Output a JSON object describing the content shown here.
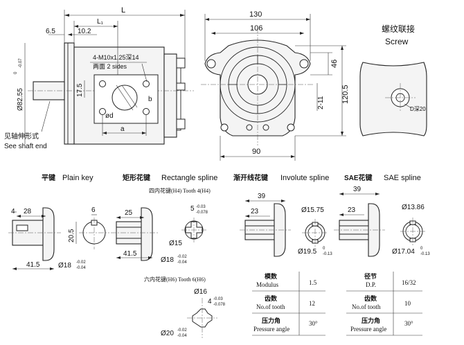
{
  "front_view": {
    "dims": {
      "L": "L",
      "L1": "L₁",
      "d65": "6.5",
      "d102": "10.2",
      "d175": "17.5",
      "dia8255": "Ø82.55",
      "tol_up": "0",
      "tol_dn": "-0.07",
      "a": "a",
      "b": "b",
      "phid": "ød"
    },
    "callout_1": "4-M10x1.25深14",
    "callout_2": "两面 2 sides",
    "shaft_note_cn": "见轴伸形式",
    "shaft_note_en": "See shaft end"
  },
  "side_view": {
    "dims": {
      "d130": "130",
      "d106": "106",
      "d46": "46",
      "d211": "2-11",
      "d1205": "120.5",
      "d90": "90"
    }
  },
  "screw_view": {
    "title_cn": "螺纹联接",
    "title_en": "Screw",
    "depth": "D深20"
  },
  "shaft_ends": {
    "plain": {
      "title_cn": "平键",
      "title_en": "Plain key",
      "dims": {
        "d4": "4",
        "d28": "28",
        "d6": "6",
        "d205": "20.5",
        "d415": "41.5",
        "dia18": "Ø18",
        "tol_up": "-0.02",
        "tol_dn": "-0.04"
      }
    },
    "rect": {
      "title_cn": "矩形花键",
      "title_en": "Rectangle spline",
      "subtitle": "四内花键(H4) Tooth 4(H4)",
      "dims": {
        "d25": "25",
        "d415": "41.5",
        "d5": "5",
        "tol_a": "-0.03",
        "tol_b": "-0.078",
        "dia15": "Ø15",
        "dia18": "Ø18",
        "tol_up": "-0.02",
        "tol_dn": "-0.04"
      }
    },
    "invol": {
      "title_cn": "渐开线花键",
      "title_en": "Involute spline",
      "dims": {
        "d39": "39",
        "d23": "23",
        "dia1575": "Ø15.75",
        "dia195": "Ø19.5",
        "tol_up": "0",
        "tol_dn": "-0.13"
      }
    },
    "sae": {
      "title_cn": "SAE花键",
      "title_en": "SAE spline",
      "dims": {
        "d39": "39",
        "d23": "23",
        "dia1386": "Ø13.86",
        "dia1704": "Ø17.04",
        "tol_up": "0",
        "tol_dn": "-0.13"
      }
    },
    "six": {
      "subtitle": "六内花键(H6) Tooth 6(H6)",
      "dims": {
        "dia16": "Ø16",
        "d4": "4",
        "tol_a": "-0.03",
        "tol_b": "-0.078",
        "dia20": "Ø20",
        "tol_up": "-0.02",
        "tol_dn": "-0.04"
      }
    }
  },
  "spec_tables": {
    "involute": [
      {
        "cn": "模数",
        "en": "Modulus",
        "value": "1.5"
      },
      {
        "cn": "齿数",
        "en": "No.of tooth",
        "value": "12"
      },
      {
        "cn": "压力角",
        "en": "Pressure angle",
        "value": "30°"
      }
    ],
    "sae": [
      {
        "cn": "径节",
        "en": "D.P.",
        "value": "16/32"
      },
      {
        "cn": "齿数",
        "en": "No.of tooth",
        "value": "10"
      },
      {
        "cn": "压力角",
        "en": "Pressure angle",
        "value": "30°"
      }
    ]
  }
}
